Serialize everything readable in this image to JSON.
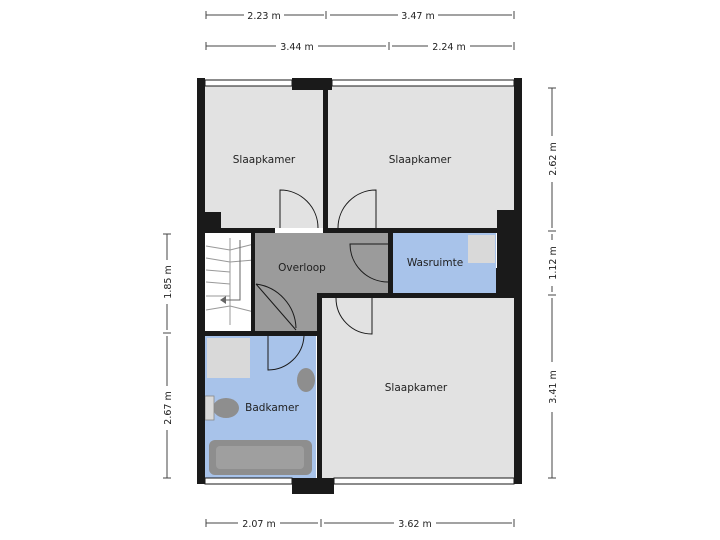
{
  "rooms": {
    "bedroom_top_left": "Slaapkamer",
    "bedroom_top_right": "Slaapkamer",
    "landing": "Overloop",
    "laundry": "Wasruimte",
    "bedroom_bottom_right": "Slaapkamer",
    "bathroom": "Badkamer"
  },
  "dimensions": {
    "top_row1_left": "2.23 m",
    "top_row1_right": "3.47 m",
    "top_row2_left": "3.44 m",
    "top_row2_right": "2.24 m",
    "bottom_left": "2.07 m",
    "bottom_right": "3.62 m",
    "left_upper": "1.85 m",
    "left_lower": "2.67 m",
    "right_top": "2.62 m",
    "right_middle": "1.12 m",
    "right_bottom": "3.41 m"
  },
  "colors": {
    "wall": "#1a1a1a",
    "bedroom": "#e2e2e2",
    "landing": "#9b9b9b",
    "wet_room": "#a8c3ea",
    "fixture": "#8e8e8e",
    "dimension_line": "#444444"
  }
}
